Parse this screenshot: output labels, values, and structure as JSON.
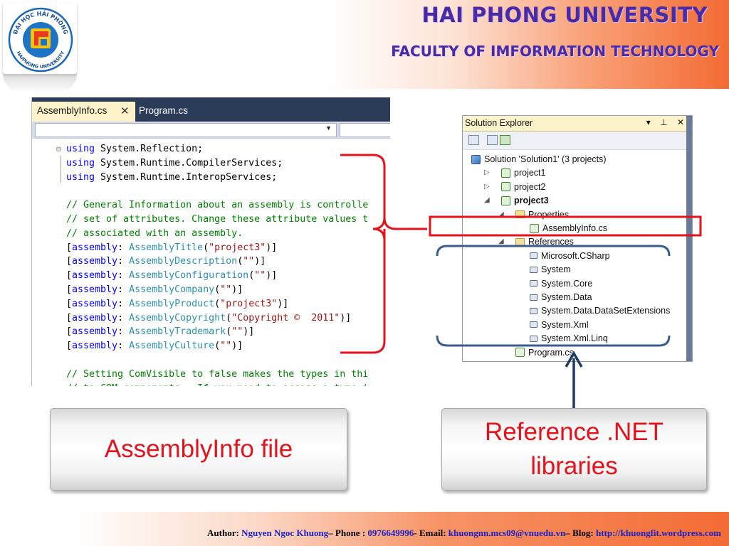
{
  "header": {
    "university": "HAI PHONG UNIVERSITY",
    "faculty": "FACULTY OF IMFORMATION TECHNOLOGY",
    "logo_ring_top": "ĐẠI HỌC HẢI PHÒNG",
    "logo_ring_bottom": "HAIPHONG UNIVERSITY"
  },
  "editor": {
    "tabs": [
      {
        "label": "AssemblyInfo.cs",
        "active": true
      },
      {
        "label": "Program.cs",
        "active": false
      }
    ],
    "close_glyph": "✕",
    "lines": [
      [
        {
          "t": "using",
          "c": "kw"
        },
        {
          "t": " System.Reflection;",
          "c": ""
        }
      ],
      [
        {
          "t": "using",
          "c": "kw"
        },
        {
          "t": " System.Runtime.CompilerServices;",
          "c": ""
        }
      ],
      [
        {
          "t": "using",
          "c": "kw"
        },
        {
          "t": " System.Runtime.InteropServices;",
          "c": ""
        }
      ],
      [],
      [
        {
          "t": "// General Information about an assembly is controlle",
          "c": "cm"
        }
      ],
      [
        {
          "t": "// set of attributes. Change these attribute values t",
          "c": "cm"
        }
      ],
      [
        {
          "t": "// associated with an assembly.",
          "c": "cm"
        }
      ],
      [
        {
          "t": "[",
          "c": ""
        },
        {
          "t": "assembly",
          "c": "kw"
        },
        {
          "t": ": ",
          "c": ""
        },
        {
          "t": "AssemblyTitle",
          "c": "ty"
        },
        {
          "t": "(",
          "c": ""
        },
        {
          "t": "\"project3\"",
          "c": "st"
        },
        {
          "t": ")]",
          "c": ""
        }
      ],
      [
        {
          "t": "[",
          "c": ""
        },
        {
          "t": "assembly",
          "c": "kw"
        },
        {
          "t": ": ",
          "c": ""
        },
        {
          "t": "AssemblyDescription",
          "c": "ty"
        },
        {
          "t": "(",
          "c": ""
        },
        {
          "t": "\"\"",
          "c": "st"
        },
        {
          "t": ")]",
          "c": ""
        }
      ],
      [
        {
          "t": "[",
          "c": ""
        },
        {
          "t": "assembly",
          "c": "kw"
        },
        {
          "t": ": ",
          "c": ""
        },
        {
          "t": "AssemblyConfiguration",
          "c": "ty"
        },
        {
          "t": "(",
          "c": ""
        },
        {
          "t": "\"\"",
          "c": "st"
        },
        {
          "t": ")]",
          "c": ""
        }
      ],
      [
        {
          "t": "[",
          "c": ""
        },
        {
          "t": "assembly",
          "c": "kw"
        },
        {
          "t": ": ",
          "c": ""
        },
        {
          "t": "AssemblyCompany",
          "c": "ty"
        },
        {
          "t": "(",
          "c": ""
        },
        {
          "t": "\"\"",
          "c": "st"
        },
        {
          "t": ")]",
          "c": ""
        }
      ],
      [
        {
          "t": "[",
          "c": ""
        },
        {
          "t": "assembly",
          "c": "kw"
        },
        {
          "t": ": ",
          "c": ""
        },
        {
          "t": "AssemblyProduct",
          "c": "ty"
        },
        {
          "t": "(",
          "c": ""
        },
        {
          "t": "\"project3\"",
          "c": "st"
        },
        {
          "t": ")]",
          "c": ""
        }
      ],
      [
        {
          "t": "[",
          "c": ""
        },
        {
          "t": "assembly",
          "c": "kw"
        },
        {
          "t": ": ",
          "c": ""
        },
        {
          "t": "AssemblyCopyright",
          "c": "ty"
        },
        {
          "t": "(",
          "c": ""
        },
        {
          "t": "\"Copyright ©  2011\"",
          "c": "st"
        },
        {
          "t": ")]",
          "c": ""
        }
      ],
      [
        {
          "t": "[",
          "c": ""
        },
        {
          "t": "assembly",
          "c": "kw"
        },
        {
          "t": ": ",
          "c": ""
        },
        {
          "t": "AssemblyTrademark",
          "c": "ty"
        },
        {
          "t": "(",
          "c": ""
        },
        {
          "t": "\"\"",
          "c": "st"
        },
        {
          "t": ")]",
          "c": ""
        }
      ],
      [
        {
          "t": "[",
          "c": ""
        },
        {
          "t": "assembly",
          "c": "kw"
        },
        {
          "t": ": ",
          "c": ""
        },
        {
          "t": "AssemblyCulture",
          "c": "ty"
        },
        {
          "t": "(",
          "c": ""
        },
        {
          "t": "\"\"",
          "c": "st"
        },
        {
          "t": ")]",
          "c": ""
        }
      ],
      [],
      [
        {
          "t": "// Setting ComVisible to false makes the types in thi",
          "c": "cm"
        }
      ],
      [
        {
          "t": "// to COM components.  If you need to access a type i",
          "c": "cm"
        }
      ]
    ]
  },
  "solution_explorer": {
    "title": "Solution Explorer",
    "controls": "▾ ⊥ ✕",
    "items": [
      {
        "label": "Solution 'Solution1' (3 projects)",
        "icon": "sln",
        "level": 0,
        "expander": "",
        "bold": false
      },
      {
        "label": "project1",
        "icon": "cs",
        "level": 1,
        "expander": "▷",
        "bold": false
      },
      {
        "label": "project2",
        "icon": "cs",
        "level": 1,
        "expander": "▷",
        "bold": false
      },
      {
        "label": "project3",
        "icon": "cs",
        "level": 1,
        "expander": "◢",
        "bold": true
      },
      {
        "label": "Properties",
        "icon": "folder",
        "level": 2,
        "expander": "◢",
        "bold": false
      },
      {
        "label": "AssemblyInfo.cs",
        "icon": "file",
        "level": 3,
        "expander": "",
        "bold": false
      },
      {
        "label": "References",
        "icon": "folder",
        "level": 2,
        "expander": "◢",
        "bold": false
      },
      {
        "label": "Microsoft.CSharp",
        "icon": "ref",
        "level": 3,
        "expander": "",
        "bold": false
      },
      {
        "label": "System",
        "icon": "ref",
        "level": 3,
        "expander": "",
        "bold": false
      },
      {
        "label": "System.Core",
        "icon": "ref",
        "level": 3,
        "expander": "",
        "bold": false
      },
      {
        "label": "System.Data",
        "icon": "ref",
        "level": 3,
        "expander": "",
        "bold": false
      },
      {
        "label": "System.Data.DataSetExtensions",
        "icon": "ref",
        "level": 3,
        "expander": "",
        "bold": false
      },
      {
        "label": "System.Xml",
        "icon": "ref",
        "level": 3,
        "expander": "",
        "bold": false
      },
      {
        "label": "System.Xml.Linq",
        "icon": "ref",
        "level": 3,
        "expander": "",
        "bold": false
      },
      {
        "label": "Program.cs",
        "icon": "file",
        "level": 2,
        "expander": "",
        "bold": false
      }
    ]
  },
  "notes": {
    "left": "AssemblyInfo file",
    "right_line1": "Reference .NET",
    "right_line2": "libraries"
  },
  "footer": {
    "author_label": "Author:",
    "author": "Nguyen Ngoc Khuong",
    "phone_label": "– Phone :",
    "phone": "0976649996",
    "email_label": "- Email:",
    "email": "khuongnn.mcs09@vnuedu.vn",
    "blog_label": "– Blog:",
    "blog": "http://khuongfit.wordpress.com"
  },
  "colors": {
    "annotation_red": "#e5121b",
    "annotation_blue": "#3a5d8c",
    "title_purple": "#4b2aa8",
    "footer_blue": "#1b20c7"
  }
}
